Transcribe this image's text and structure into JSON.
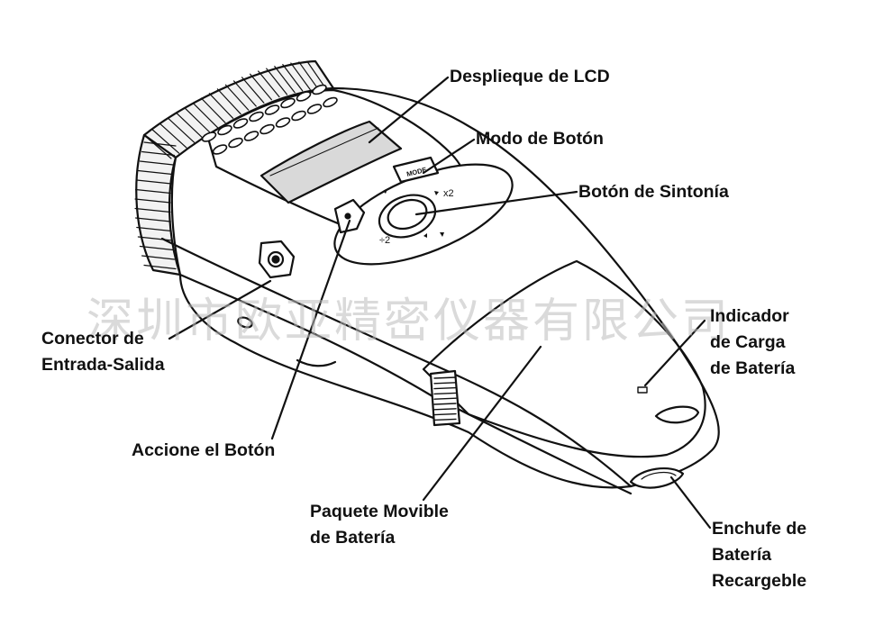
{
  "labels": {
    "lcd_display": "Desplieque de LCD",
    "mode_button": "Modo de Botón",
    "tuning_button": "Botón de Sintonía",
    "io_connector": [
      "Conector de",
      "Entrada-Salida"
    ],
    "action_button": "Accione el Botón",
    "battery_pack": [
      "Paquete Movible",
      "de Batería"
    ],
    "charge_indicator": [
      "Indicador",
      "de Carga",
      "de Batería"
    ],
    "battery_jack": [
      "Enchufe de",
      "Batería",
      "Recargeble"
    ]
  },
  "device_text": {
    "mode_key": "MODE",
    "x2_mark": "x2",
    "div2_mark": "÷2"
  },
  "watermark": "深圳市欧亚精密仪器有限公司",
  "colors": {
    "ink": "#111111",
    "watermark": "#bcbcbc",
    "lcd_fill": "#d9d9d9"
  }
}
